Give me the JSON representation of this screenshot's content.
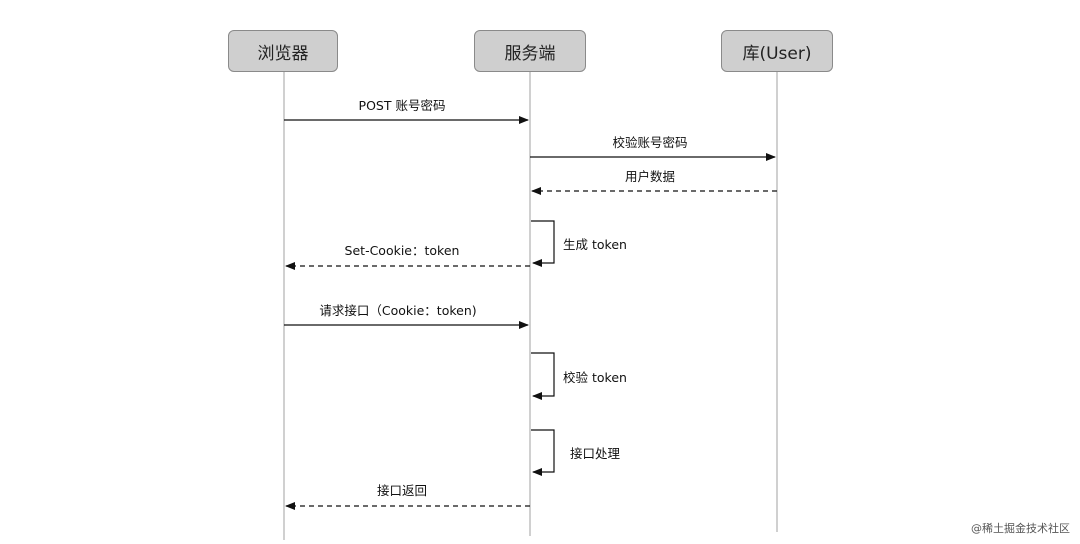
{
  "diagram": {
    "participants": [
      {
        "id": "browser",
        "label": "浏览器"
      },
      {
        "id": "server",
        "label": "服务端"
      },
      {
        "id": "db",
        "label": "库(User)"
      }
    ],
    "messages": [
      {
        "from": "browser",
        "to": "server",
        "label": "POST 账号密码",
        "style": "solid"
      },
      {
        "from": "server",
        "to": "db",
        "label": "校验账号密码",
        "style": "solid"
      },
      {
        "from": "db",
        "to": "server",
        "label": "用户数据",
        "style": "dashed"
      },
      {
        "self": "server",
        "label": "生成 token"
      },
      {
        "from": "server",
        "to": "browser",
        "label": "Set-Cookie：token",
        "style": "dashed"
      },
      {
        "from": "browser",
        "to": "server",
        "label": "请求接口（Cookie：token)",
        "style": "solid"
      },
      {
        "self": "server",
        "label": "校验 token"
      },
      {
        "self": "server",
        "label": "接口处理"
      },
      {
        "from": "server",
        "to": "browser",
        "label": "接口返回",
        "style": "dashed"
      }
    ],
    "colors": {
      "actor_fill": "#cfcfcf",
      "actor_border": "#8a8a8a",
      "lifeline": "#b0b0b0",
      "arrow": "#111111"
    }
  },
  "watermark": "@稀土掘金技术社区"
}
